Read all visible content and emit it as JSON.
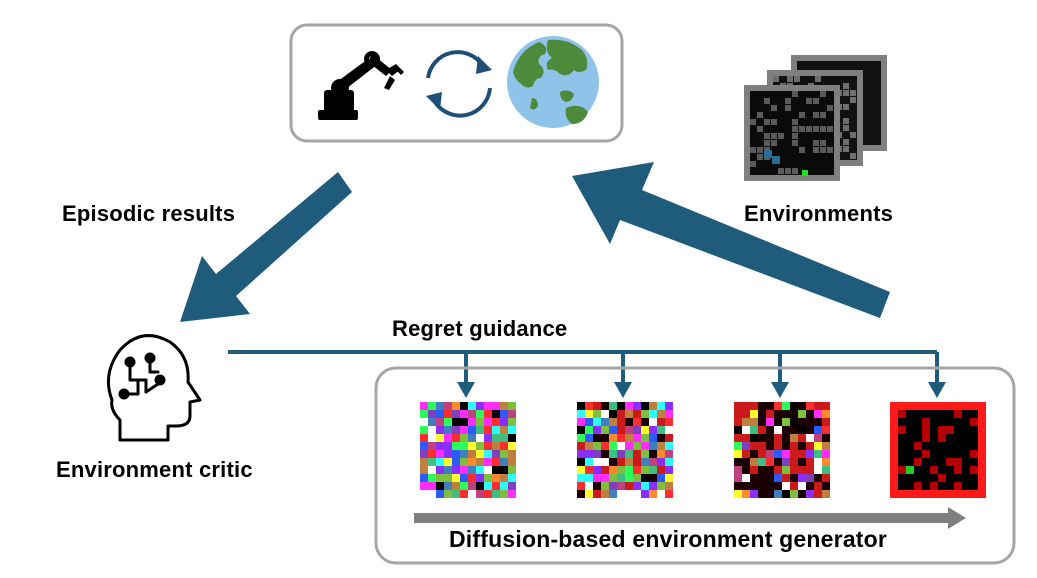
{
  "labels": {
    "episodic_results": "Episodic results",
    "environments": "Environments",
    "regret_guidance": "Regret guidance",
    "environment_critic": "Environment critic",
    "generator": "Diffusion-based environment generator"
  },
  "icons": {
    "agent": "robot-arm-icon",
    "interaction": "cycle-arrows-icon",
    "world": "globe-icon",
    "critic": "ai-head-icon",
    "environments": "maze-stack-icon"
  },
  "diffusion_steps": [
    {
      "name": "noisy-sample-1",
      "noise": 1.0
    },
    {
      "name": "noisy-sample-2",
      "noise": 0.8
    },
    {
      "name": "noisy-sample-3",
      "noise": 0.45
    },
    {
      "name": "denoised-maze",
      "noise": 0.0
    }
  ],
  "colors": {
    "arrow": "#1f5c7c",
    "box_border": "#a6a6a6",
    "progress_arrow": "#7f7f7f",
    "maze_wall": "#ff1a1a"
  }
}
